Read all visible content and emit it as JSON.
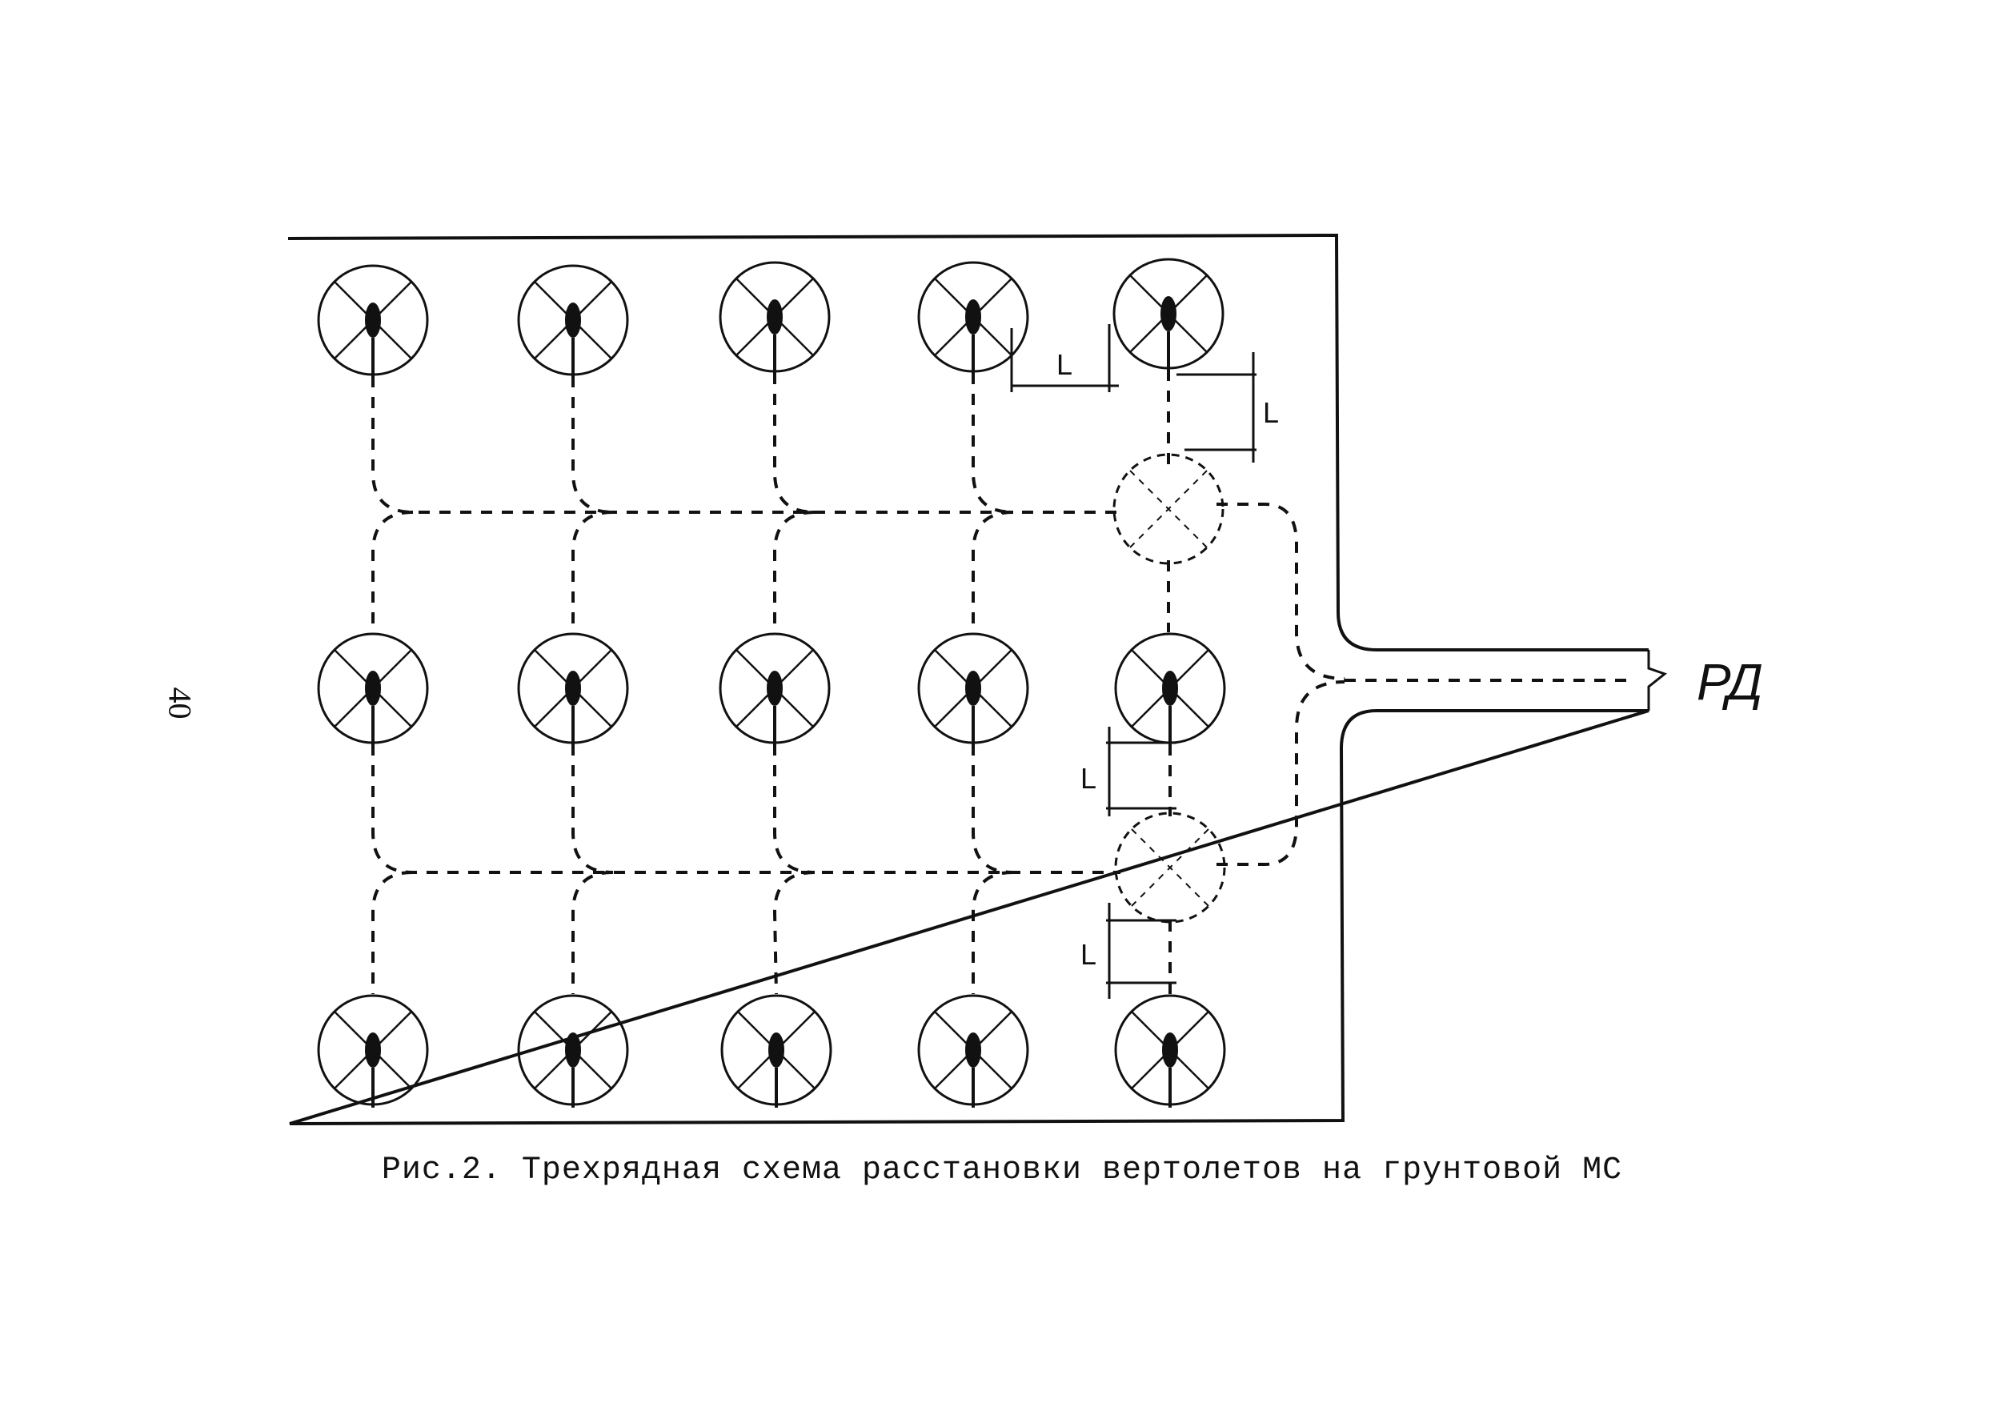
{
  "figure": {
    "caption": "Рис.2. Трехрядная схема расстановки вертолетов на грунтовой МС",
    "page_number": "40",
    "exit_label": "РД",
    "dimension_label": "L",
    "rows": 3,
    "cols": 5,
    "stroke_color": "#111111",
    "background_color": "#ffffff"
  }
}
